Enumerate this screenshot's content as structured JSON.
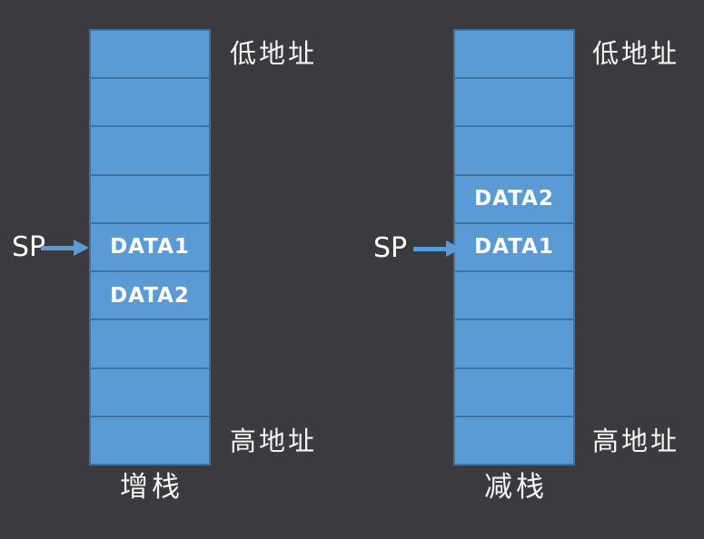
{
  "colors": {
    "background": "#3B3B3F",
    "cell_fill": "#5B9BD5",
    "cell_border": "#41719C",
    "arrow": "#5B9BD5",
    "text": "#FFFFFF"
  },
  "stacks": [
    {
      "name": "增栈",
      "top_label": "低地址",
      "bottom_label": "高地址",
      "sp_label": "SP",
      "sp_cell_index": 4,
      "cells": [
        "",
        "",
        "",
        "",
        "DATA1",
        "DATA2",
        "",
        "",
        ""
      ]
    },
    {
      "name": "减栈",
      "top_label": "低地址",
      "bottom_label": "高地址",
      "sp_label": "SP",
      "sp_cell_index": 4,
      "cells": [
        "",
        "",
        "",
        "DATA2",
        "DATA1",
        "",
        "",
        "",
        ""
      ]
    }
  ]
}
